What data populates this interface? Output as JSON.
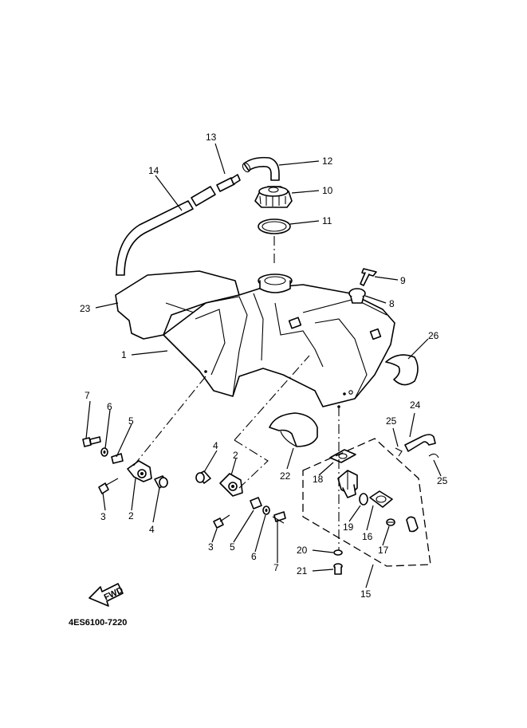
{
  "diagram": {
    "part_code": "4ES6100-7220",
    "forward_arrow": "FWD",
    "callouts": {
      "c1": "1",
      "c2a": "2",
      "c2b": "2",
      "c3a": "3",
      "c3b": "3",
      "c4a": "4",
      "c4b": "4",
      "c5a": "5",
      "c5b": "5",
      "c6a": "6",
      "c6b": "6",
      "c7a": "7",
      "c7b": "7",
      "c8": "8",
      "c9": "9",
      "c10": "10",
      "c11": "11",
      "c12": "12",
      "c13": "13",
      "c14": "14",
      "c15": "15",
      "c16": "16",
      "c17": "17",
      "c18": "18",
      "c19": "19",
      "c20": "20",
      "c21": "21",
      "c22": "22",
      "c23": "23",
      "c24": "24",
      "c25a": "25",
      "c25b": "25",
      "c26": "26"
    }
  }
}
